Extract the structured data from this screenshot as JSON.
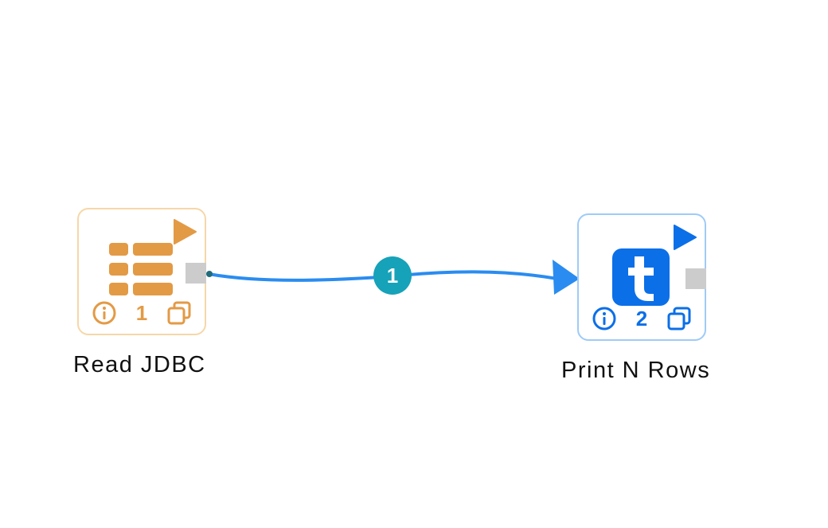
{
  "nodes": [
    {
      "id": "read",
      "label": "Read JDBC",
      "index": "1",
      "accent": "#e39a45",
      "border": "#f6d7a8",
      "icon": "table-icon"
    },
    {
      "id": "print",
      "label": "Print N Rows",
      "index": "2",
      "accent": "#0b6fe8",
      "border": "#9ecbf8",
      "icon": "text-t-icon"
    }
  ],
  "edges": [
    {
      "from": "Read JDBC",
      "to": "Print N Rows",
      "label": "1",
      "color": "#2a8cf0",
      "badge_color": "#16a2b8"
    }
  ],
  "colors": {
    "port": "#cccccc",
    "background": "#ffffff"
  }
}
